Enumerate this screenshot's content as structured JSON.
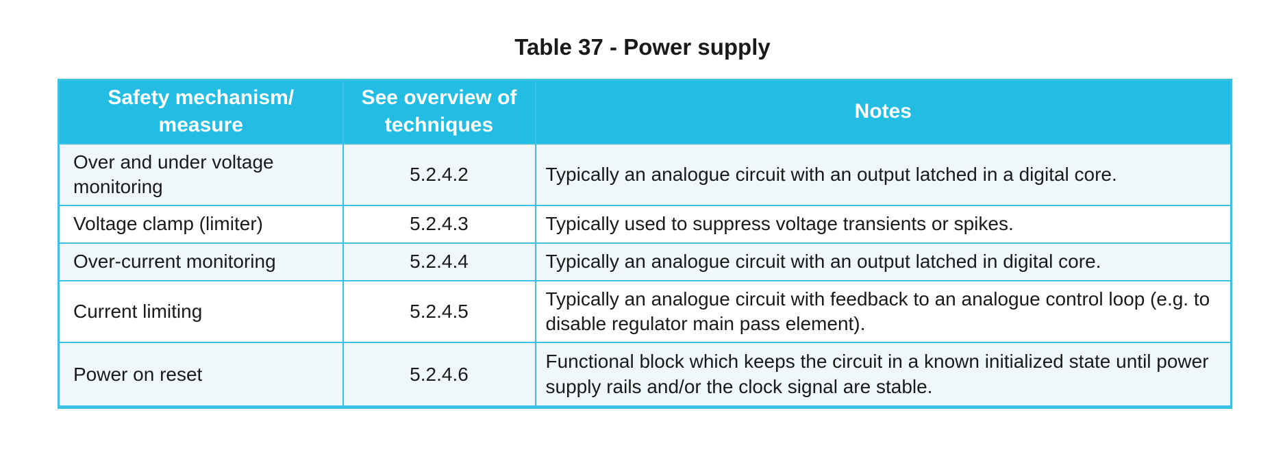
{
  "caption": "Table 37 - Power supply",
  "theme": {
    "header_bg": "#23BCE2",
    "border_color": "#3AC1E4",
    "shaded_row_bg": "#F0F7FA",
    "plain_row_bg": "#FFFFFF",
    "header_text": "#FFFFFF",
    "body_text": "#1A1A1A"
  },
  "table": {
    "headers": [
      "Safety mechanism/ measure",
      "See overview of techniques",
      "Notes"
    ],
    "rows": [
      [
        "Over and under voltage monitoring",
        "5.2.4.2",
        "Typically an analogue circuit with an output latched in a digital core."
      ],
      [
        "Voltage clamp (limiter)",
        "5.2.4.3",
        "Typically used to suppress voltage transients or spikes."
      ],
      [
        "Over-current monitoring",
        "5.2.4.4",
        "Typically an analogue circuit with an output latched in digital core."
      ],
      [
        "Current limiting",
        "5.2.4.5",
        "Typically an analogue circuit with feedback to an analogue control loop (e.g. to disable regulator main pass element)."
      ],
      [
        "Power on reset",
        "5.2.4.6",
        "Functional block which keeps the circuit in a known initialized state until power supply rails and/or the clock signal are stable."
      ]
    ]
  }
}
